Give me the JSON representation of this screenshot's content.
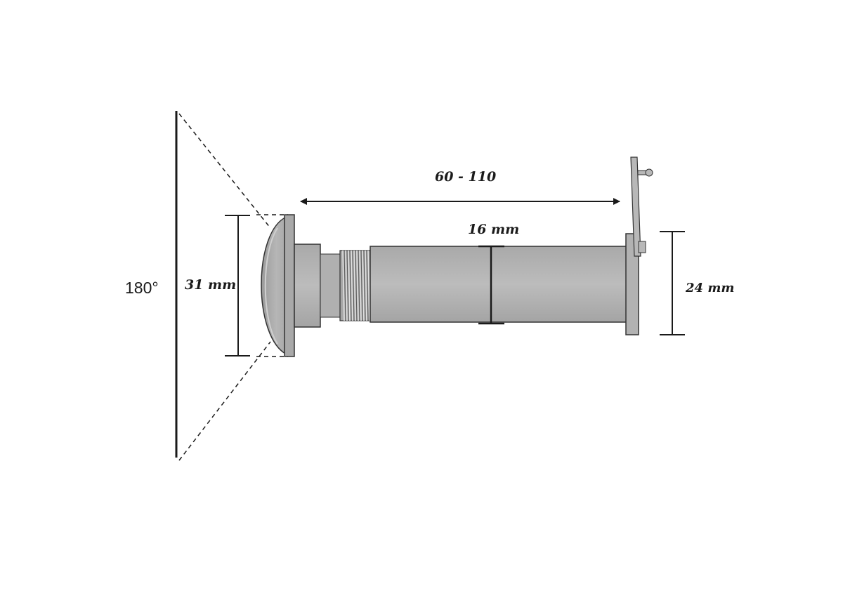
{
  "labels": {
    "angle": "180°",
    "lens_diameter": "31 mm",
    "length_range": "60 - 110",
    "tube_diameter": "16 mm",
    "plate_height": "24 mm"
  },
  "colors": {
    "metal": "#b4b4b4",
    "metal_dark": "#8e8e8e",
    "metal_light": "#d6d6d6",
    "line": "#1a1a1a",
    "background": "#ffffff"
  }
}
